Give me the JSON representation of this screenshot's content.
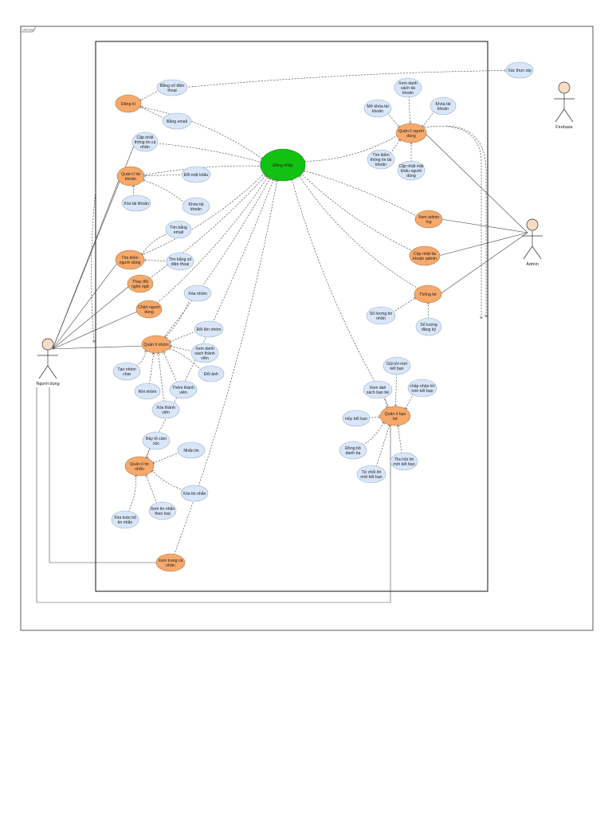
{
  "frame_label": "UseCase",
  "colors": {
    "orange": "#f6a96a",
    "blue": "#d8e6f8",
    "green": "#12c212",
    "orange_stroke": "#b07a4a",
    "blue_stroke": "#9ab0cc",
    "green_stroke": "#0d8a0d"
  },
  "actors": [
    {
      "id": "user",
      "label": "Người dùng"
    },
    {
      "id": "admin",
      "label": "Admin"
    },
    {
      "id": "firebase",
      "label": "Firebase"
    }
  ],
  "use_cases": [
    {
      "id": "dangnhap",
      "lines": [
        "Đăng nhập"
      ],
      "color": "green"
    },
    {
      "id": "dangki",
      "lines": [
        "Đăng kí"
      ],
      "color": "orange"
    },
    {
      "id": "bangsdt",
      "lines": [
        "Bằng số điện",
        "thoại"
      ],
      "color": "blue"
    },
    {
      "id": "xacthucotp",
      "lines": [
        "Xác thực otp"
      ],
      "color": "blue"
    },
    {
      "id": "bangemail",
      "lines": [
        "Bằng email"
      ],
      "color": "blue"
    },
    {
      "id": "capnhattt",
      "lines": [
        "Cập nhật",
        "thông tin cá",
        "nhân"
      ],
      "color": "blue"
    },
    {
      "id": "qltk",
      "lines": [
        "Quản lí tài",
        "khoản"
      ],
      "color": "orange"
    },
    {
      "id": "doimk",
      "lines": [
        "Đổi mật khẩu"
      ],
      "color": "blue"
    },
    {
      "id": "xoatk",
      "lines": [
        "Xóa tài khoản"
      ],
      "color": "blue"
    },
    {
      "id": "khoatk1",
      "lines": [
        "Khóa tài",
        "khoản"
      ],
      "color": "blue"
    },
    {
      "id": "timemail",
      "lines": [
        "Tìm bằng",
        "email"
      ],
      "color": "blue"
    },
    {
      "id": "timkiemnd",
      "lines": [
        "Tìm kiếm",
        "người dùng"
      ],
      "color": "orange"
    },
    {
      "id": "timsdt",
      "lines": [
        "Tìm bằng số",
        "điện thoại"
      ],
      "color": "blue"
    },
    {
      "id": "thaydoinn",
      "lines": [
        "Thay đổi",
        "ngôn ngữ"
      ],
      "color": "orange"
    },
    {
      "id": "channd",
      "lines": [
        "Chặn  người",
        "dùng"
      ],
      "color": "orange"
    },
    {
      "id": "xoanhom",
      "lines": [
        "Xóa nhóm"
      ],
      "color": "blue"
    },
    {
      "id": "qlnhom",
      "lines": [
        "Quản lí nhóm"
      ],
      "color": "orange"
    },
    {
      "id": "doitennhom",
      "lines": [
        "Đổi tên nhóm"
      ],
      "color": "blue"
    },
    {
      "id": "xemdstv",
      "lines": [
        "Xem danh",
        "sách thành",
        "viên"
      ],
      "color": "blue"
    },
    {
      "id": "doianh",
      "lines": [
        "Đổi ảnh"
      ],
      "color": "blue"
    },
    {
      "id": "taonhom",
      "lines": [
        "Tạo nhóm",
        "chat"
      ],
      "color": "blue"
    },
    {
      "id": "roinhom",
      "lines": [
        "Rời nhóm"
      ],
      "color": "blue"
    },
    {
      "id": "themtv",
      "lines": [
        "Thêm thành",
        "viên"
      ],
      "color": "blue"
    },
    {
      "id": "xoatv",
      "lines": [
        "Xóa thành",
        "viên"
      ],
      "color": "blue"
    },
    {
      "id": "baytocamxuc",
      "lines": [
        "Bày tỏ cảm",
        "xúc"
      ],
      "color": "blue"
    },
    {
      "id": "nhantin",
      "lines": [
        "Nhắn tin"
      ],
      "color": "blue"
    },
    {
      "id": "qltinnhan",
      "lines": [
        "Quản lí tin",
        "nhắn"
      ],
      "color": "orange"
    },
    {
      "id": "xoatinnhan",
      "lines": [
        "Xóa tin nhắn"
      ],
      "color": "blue"
    },
    {
      "id": "xemtntheoloai",
      "lines": [
        "Xem tin nhắn",
        "theo loại"
      ],
      "color": "blue"
    },
    {
      "id": "xoatoanbo",
      "lines": [
        "Xóa toàn bộ",
        "tin nhắn"
      ],
      "color": "blue"
    },
    {
      "id": "xemtrangcn",
      "lines": [
        "Xem trang cá",
        "nhân"
      ],
      "color": "orange"
    },
    {
      "id": "xemdstk",
      "lines": [
        "Xem danh",
        "sách tài",
        "khoản"
      ],
      "color": "blue"
    },
    {
      "id": "mokhoatk",
      "lines": [
        "Mở khóa tài",
        "khoản"
      ],
      "color": "blue"
    },
    {
      "id": "khoatk2",
      "lines": [
        "Khóa tài",
        "khoản"
      ],
      "color": "blue"
    },
    {
      "id": "qlnd",
      "lines": [
        "Quản lí người",
        "dùng"
      ],
      "color": "orange"
    },
    {
      "id": "timkiemtttk",
      "lines": [
        "Tìm kiếm",
        "thông tin tài",
        "khoản"
      ],
      "color": "blue"
    },
    {
      "id": "capnhatmk",
      "lines": [
        "Cập nhật mật",
        "khẩu người",
        "dùng"
      ],
      "color": "blue"
    },
    {
      "id": "xemadminlog",
      "lines": [
        "Xem admin",
        "log"
      ],
      "color": "orange"
    },
    {
      "id": "capnhattkadmin",
      "lines": [
        "Cập nhật tài",
        "khoản admin"
      ],
      "color": "orange"
    },
    {
      "id": "thongke",
      "lines": [
        "Thống kê"
      ],
      "color": "orange"
    },
    {
      "id": "soluongtn",
      "lines": [
        "Số lượng tin",
        "nhắn"
      ],
      "color": "blue"
    },
    {
      "id": "soluongdk",
      "lines": [
        "Số lượng",
        "đăng ký"
      ],
      "color": "blue"
    },
    {
      "id": "guiloimoi",
      "lines": [
        "Gửi lời mời",
        "kết bạn"
      ],
      "color": "blue"
    },
    {
      "id": "xemdsbanbe",
      "lines": [
        "Xem dah",
        "sách bạn bè"
      ],
      "color": "blue"
    },
    {
      "id": "chapnhan",
      "lines": [
        "chấp nhận lời",
        "mời kết bạn"
      ],
      "color": "blue"
    },
    {
      "id": "huyketban",
      "lines": [
        "Hủy kết bạn"
      ],
      "color": "blue"
    },
    {
      "id": "qlbanbe",
      "lines": [
        "Quản lí bạn",
        "bè"
      ],
      "color": "orange"
    },
    {
      "id": "dongbo",
      "lines": [
        "Đồng bộ",
        "danh bạ"
      ],
      "color": "blue"
    },
    {
      "id": "tuchoi",
      "lines": [
        "Từ chối lời",
        "mời kết bạn"
      ],
      "color": "blue"
    },
    {
      "id": "thuhoi",
      "lines": [
        "Thu hồi lời",
        "mời kết bạn"
      ],
      "color": "blue"
    }
  ]
}
